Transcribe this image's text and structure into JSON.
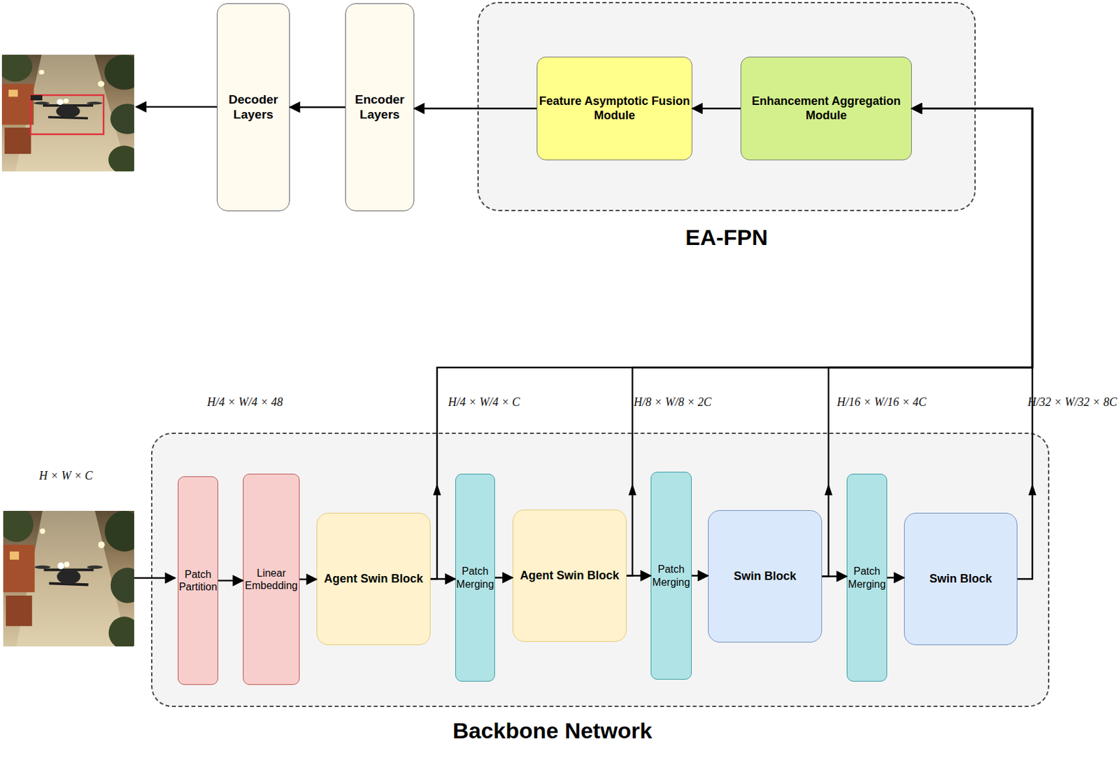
{
  "diagram": {
    "nodes": [
      {
        "text": [
          "Decoder Layers"
        ]
      },
      {
        "text": [
          "Encoder Layers"
        ]
      },
      {
        "text": [
          "EA-FPN"
        ]
      },
      {
        "text": [
          "Feature Asymptotic Fusion Module"
        ],
        "in": 2
      },
      {
        "text": [
          "Enhancement Aggregation Module"
        ],
        "in": 2
      },
      {
        "text": [
          "Backbone Network"
        ]
      },
      {
        "text": [
          "Patch Partition"
        ],
        "in": 5
      },
      {
        "text": [
          "Linear Embedding"
        ],
        "in": 5
      },
      {
        "text": [
          "Agent Swin Block"
        ],
        "in": 5
      },
      {
        "text": [
          "Patch Merging"
        ],
        "in": 5
      },
      {
        "text": [
          "Agent Swin Block"
        ],
        "in": 5
      },
      {
        "text": [
          "Patch Merging"
        ],
        "in": 5
      },
      {
        "text": [
          "Swin Block"
        ],
        "in": 5
      },
      {
        "text": [
          "Patch Merging"
        ],
        "in": 5
      },
      {
        "text": [
          "Swin Block"
        ],
        "in": 5
      }
    ],
    "edges": [
      {
        "from": 4,
        "to": 3,
        "arrow": "to"
      },
      {
        "from": 3,
        "to": 1,
        "arrow": "to"
      },
      {
        "from": 1,
        "to": 0,
        "arrow": "to"
      },
      {
        "from": 6,
        "to": 7,
        "arrow": "to"
      },
      {
        "from": 7,
        "to": 8,
        "arrow": "to"
      },
      {
        "from": 8,
        "to": 9,
        "arrow": "to"
      },
      {
        "from": 9,
        "to": 10,
        "arrow": "to"
      },
      {
        "from": 10,
        "to": 11,
        "arrow": "to"
      },
      {
        "from": 11,
        "to": 12,
        "arrow": "to"
      },
      {
        "from": 12,
        "to": 13,
        "arrow": "to"
      },
      {
        "from": 13,
        "to": 14,
        "arrow": "to"
      },
      {
        "from": 8,
        "to": 4,
        "arrow": "to"
      },
      {
        "from": 10,
        "to": 4,
        "arrow": "to"
      },
      {
        "from": 12,
        "to": 4,
        "arrow": "to"
      },
      {
        "from": 14,
        "to": 4,
        "arrow": "to"
      }
    ],
    "labels": [
      "H/4 × W/4 × 48",
      "H/4 × W/4 × C",
      "H/8 × W/8 × 2C",
      "H/16 × W/16 × 4C",
      "H/32 × W/32 × 8C",
      "H × W × C"
    ]
  }
}
